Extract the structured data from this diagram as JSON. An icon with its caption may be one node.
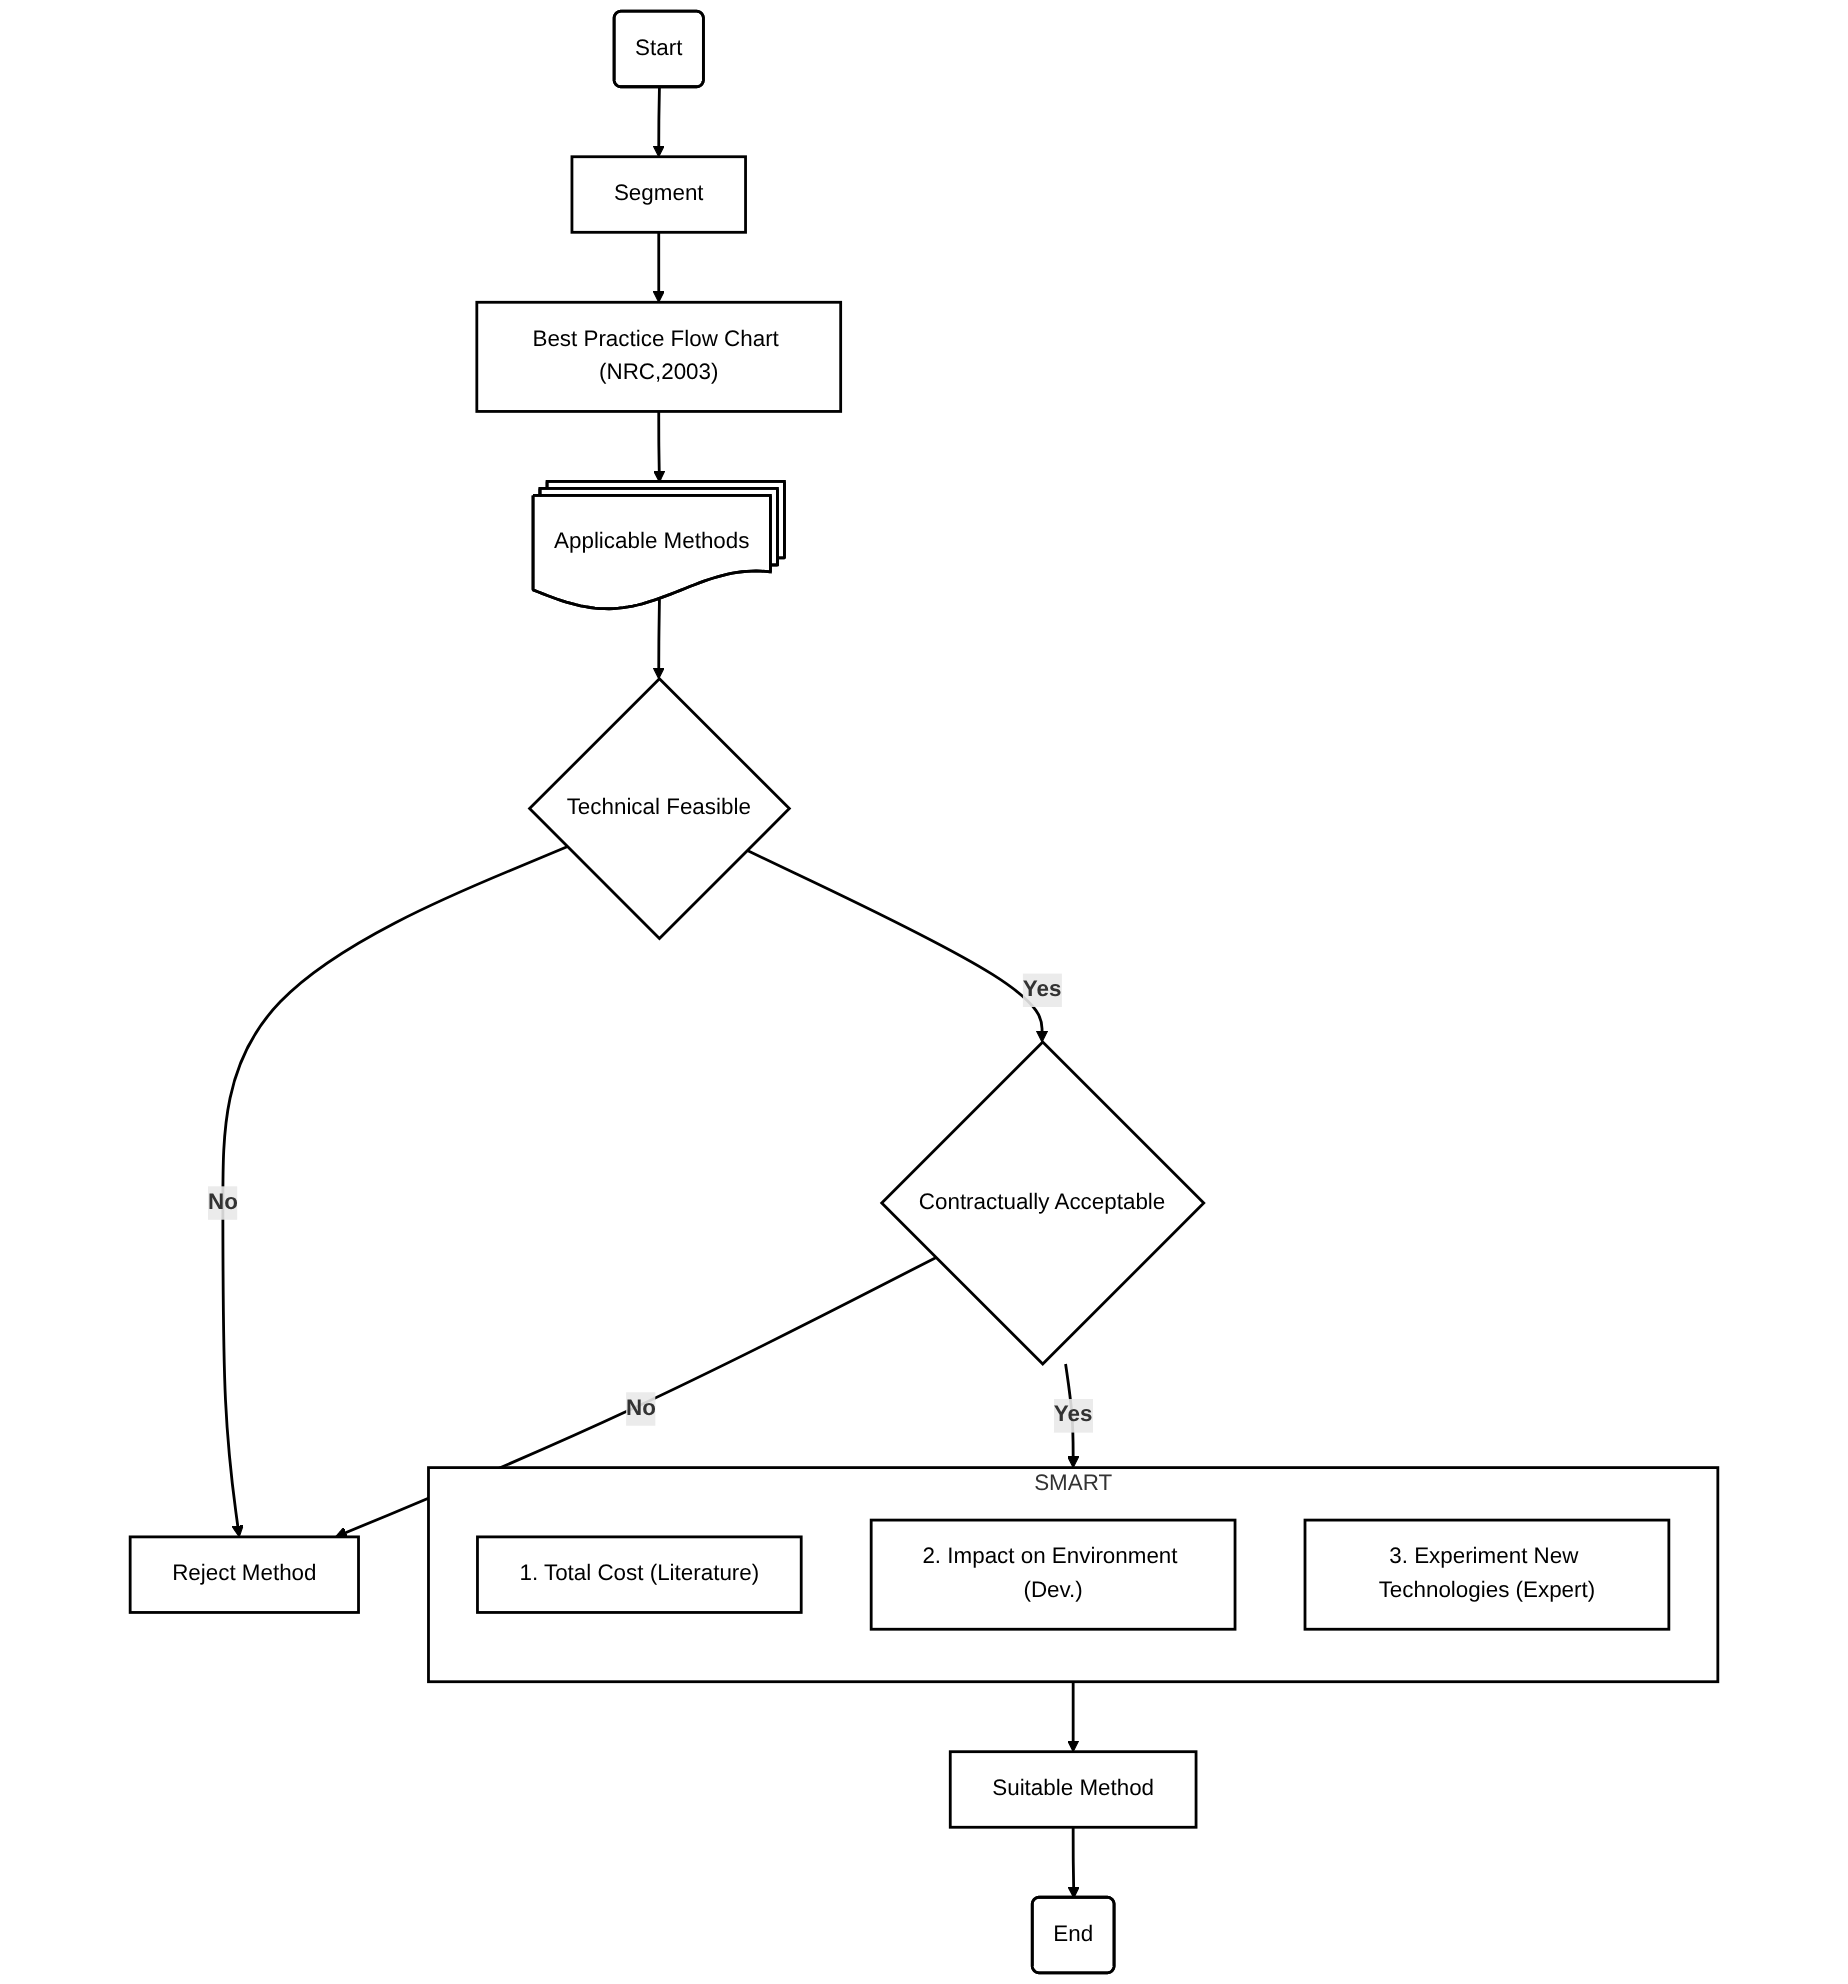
{
  "diagram": {
    "nodes": [
      {
        "text": [
          "Start"
        ]
      },
      {
        "text": [
          "Segment"
        ]
      },
      {
        "text": [
          "Best Practice Flow Chart (NRC,2003)"
        ]
      },
      {
        "text": [
          "Applicable Methods"
        ]
      },
      {
        "text": [
          "Technical Feasible"
        ]
      },
      {
        "text": [
          "Reject Method"
        ]
      },
      {
        "text": [
          "Contractually Acceptable"
        ]
      },
      {
        "text": [
          "SMART"
        ]
      },
      {
        "text": [
          "1. Total Cost (Literature)"
        ],
        "in": 7
      },
      {
        "text": [
          "2. Impact on Environment (Dev.)"
        ],
        "in": 7
      },
      {
        "text": [
          "3. Experiment New Technologies (Expert)"
        ],
        "in": 7
      },
      {
        "text": [
          "Suitable Method"
        ]
      },
      {
        "text": [
          "End"
        ]
      }
    ],
    "edges": [
      {
        "from": 0,
        "to": 1,
        "arrow": "to"
      },
      {
        "from": 1,
        "to": 2,
        "arrow": "to"
      },
      {
        "from": 2,
        "to": 3,
        "arrow": "to"
      },
      {
        "from": 3,
        "to": 4,
        "arrow": "to"
      },
      {
        "from": 4,
        "to": 5,
        "arrow": "to",
        "label": "No"
      },
      {
        "from": 4,
        "to": 6,
        "arrow": "to",
        "label": "Yes"
      },
      {
        "from": 6,
        "to": 5,
        "arrow": "to",
        "label": "No"
      },
      {
        "from": 6,
        "to": 7,
        "arrow": "to",
        "label": "Yes"
      },
      {
        "from": 7,
        "to": 11,
        "arrow": "to"
      },
      {
        "from": 11,
        "to": 12,
        "arrow": "to"
      }
    ]
  }
}
